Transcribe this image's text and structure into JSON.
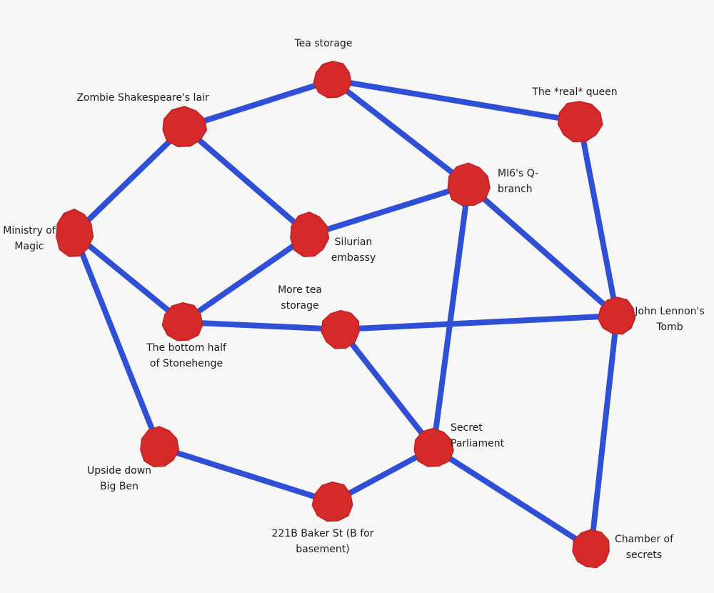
{
  "diagram": {
    "nodes": [
      {
        "id": "tea",
        "label": "Tea storage"
      },
      {
        "id": "zombie",
        "label": "Zombie Shakespeare's lair"
      },
      {
        "id": "queen",
        "label": "The *real* queen"
      },
      {
        "id": "mi6",
        "label": "MI6's Q-\nbranch"
      },
      {
        "id": "ministry",
        "label": "Ministry of\nMagic"
      },
      {
        "id": "silurian",
        "label": "Silurian\nembassy"
      },
      {
        "id": "moretea",
        "label": "More tea\nstorage"
      },
      {
        "id": "lennon",
        "label": "John Lennon's\nTomb"
      },
      {
        "id": "stonehenge",
        "label": "The bottom half\nof Stonehenge"
      },
      {
        "id": "parliament",
        "label": "Secret\nParliament"
      },
      {
        "id": "bigben",
        "label": "Upside down\nBig Ben"
      },
      {
        "id": "baker",
        "label": "221B Baker St (B for\nbasement)"
      },
      {
        "id": "chamber",
        "label": "Chamber of\nsecrets"
      }
    ],
    "edges": [
      [
        "zombie",
        "tea"
      ],
      [
        "tea",
        "queen"
      ],
      [
        "tea",
        "mi6"
      ],
      [
        "zombie",
        "ministry"
      ],
      [
        "zombie",
        "silurian"
      ],
      [
        "silurian",
        "mi6"
      ],
      [
        "queen",
        "lennon"
      ],
      [
        "mi6",
        "lennon"
      ],
      [
        "mi6",
        "parliament"
      ],
      [
        "ministry",
        "stonehenge"
      ],
      [
        "ministry",
        "bigben"
      ],
      [
        "silurian",
        "stonehenge"
      ],
      [
        "stonehenge",
        "moretea"
      ],
      [
        "moretea",
        "lennon"
      ],
      [
        "moretea",
        "parliament"
      ],
      [
        "lennon",
        "chamber"
      ],
      [
        "parliament",
        "chamber"
      ],
      [
        "parliament",
        "baker"
      ],
      [
        "bigben",
        "baker"
      ]
    ]
  }
}
